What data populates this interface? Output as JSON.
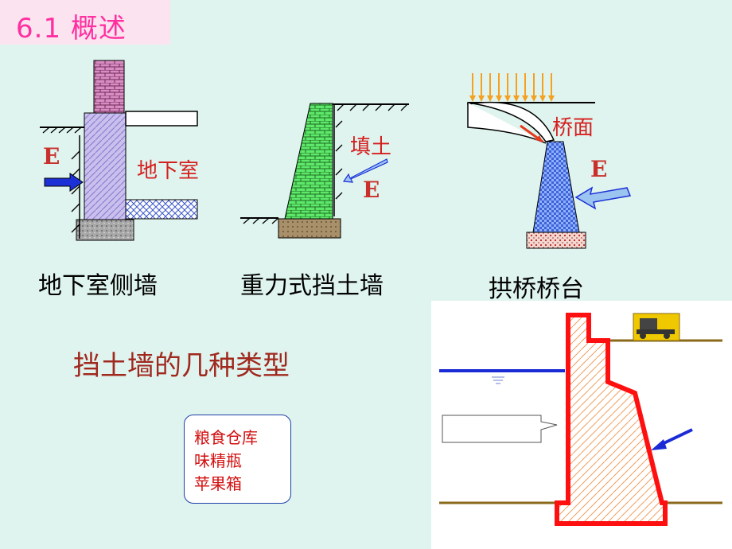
{
  "title": "6.1  概述",
  "diagrams": [
    {
      "caption": "地下室侧墙",
      "labels": {
        "E": "E",
        "room": "地下室"
      }
    },
    {
      "caption": "重力式挡土墙",
      "labels": {
        "fill": "填土",
        "E": "E"
      }
    },
    {
      "caption": "拱桥桥台",
      "labels": {
        "deck": "桥面",
        "E": "E"
      }
    }
  ],
  "subtitle": "挡土墙的几种类型",
  "note": {
    "lines": [
      "粮食仓库",
      "味精瓶",
      "苹果箱"
    ]
  },
  "colors": {
    "background": "#dff4ee",
    "title": "#ff2fa0",
    "wall_outline": "#ff1010",
    "water": "#1a2bd6",
    "ground": "#8a6a1a",
    "arrow": "#1a2bd6"
  }
}
